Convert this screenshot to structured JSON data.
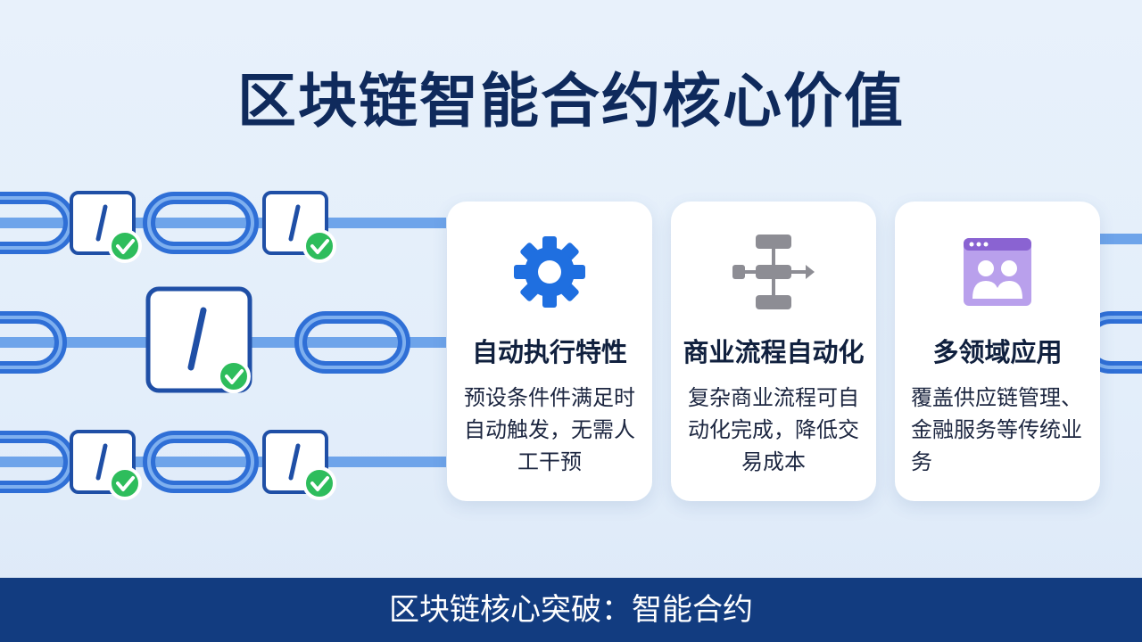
{
  "title": "区块链智能合约核心价值",
  "cards": [
    {
      "icon": "gear-icon",
      "title": "自动执行特性",
      "text": "预设条件件满足时自动触发，无需人工干预"
    },
    {
      "icon": "flowchart-icon",
      "title": "商业流程自动化",
      "text": "复杂商业流程可自动化完成，降低交易成本"
    },
    {
      "icon": "people-window-icon",
      "title": "多领域应用",
      "text": "覆盖供应链管理、金融服务等传统业务"
    }
  ],
  "footer": {
    "text": "区块链核心突破：智能合约"
  },
  "colors": {
    "title": "#0f2a5c",
    "chain": "#2f6fd6",
    "chain_light": "#a8c8f0",
    "check": "#2ebd5c",
    "gear": "#1f6fe0",
    "flow": "#8d8d94",
    "purple": "#8a63d2",
    "footer_bg": "#123c80"
  }
}
